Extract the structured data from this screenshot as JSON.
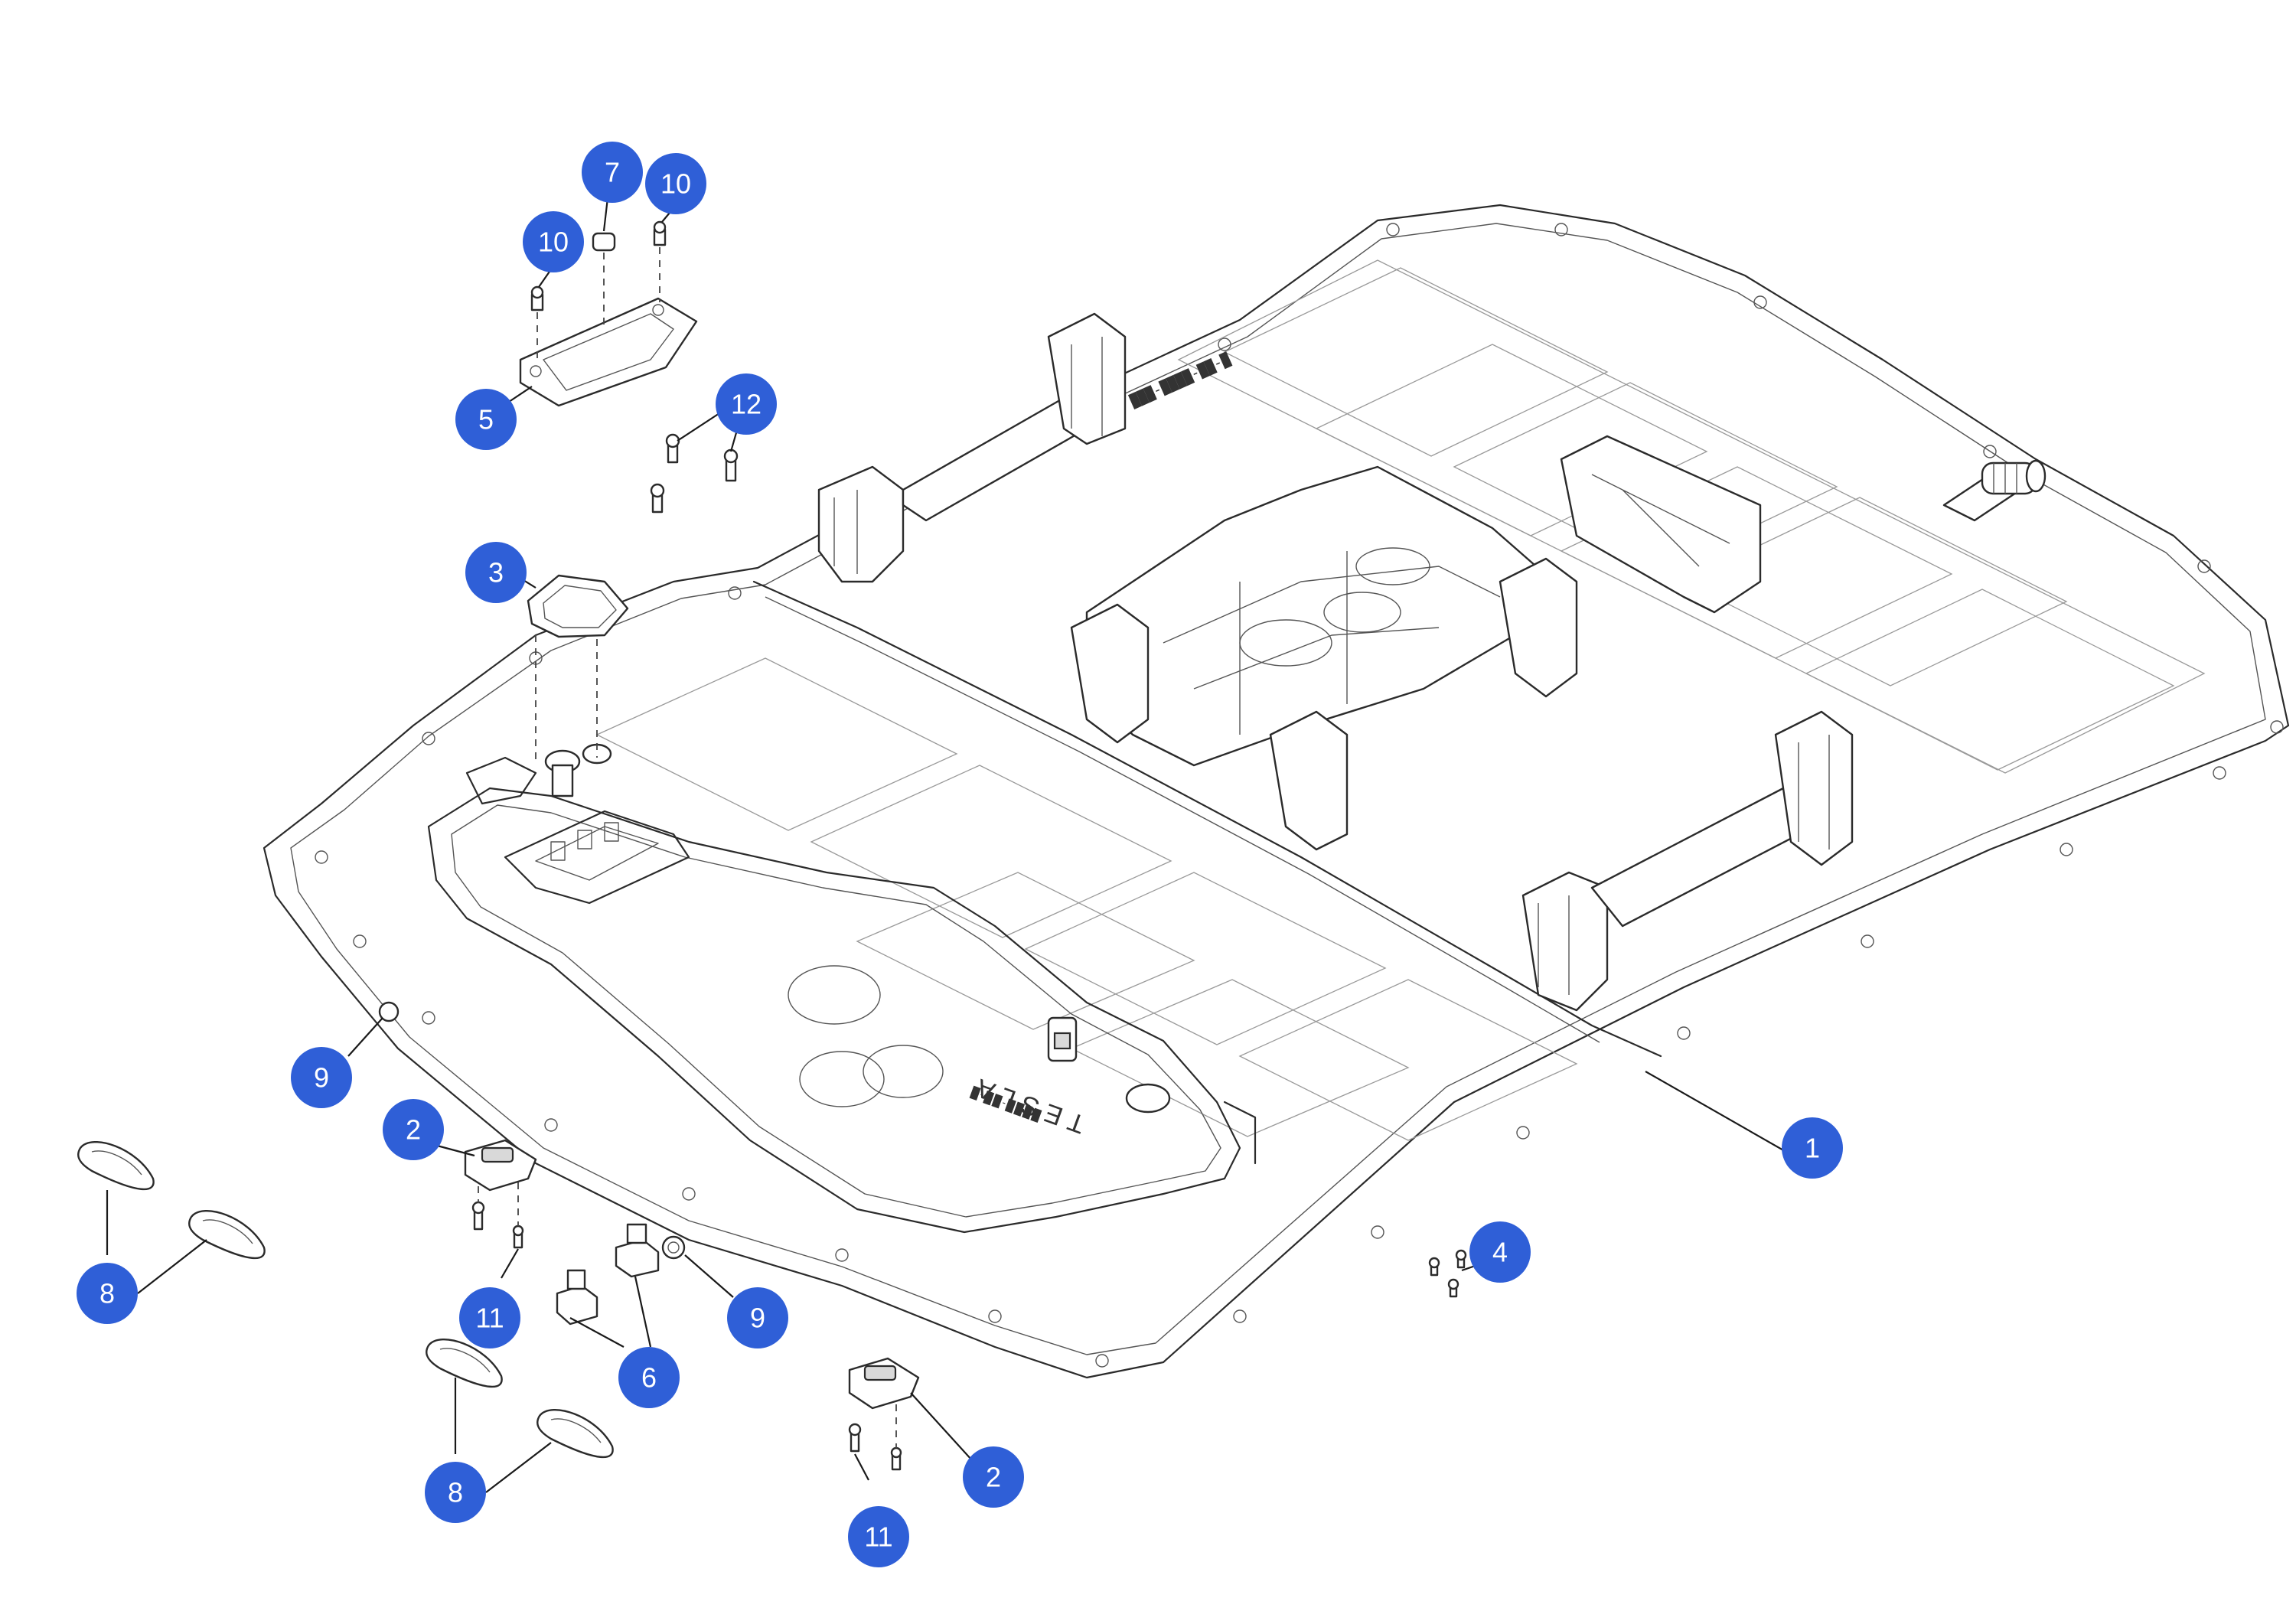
{
  "diagram": {
    "type": "exploded-parts-diagram",
    "callout_color": "#2f5fd7",
    "emboss_text": "TESLA",
    "callouts": [
      {
        "label": "1"
      },
      {
        "label": "2"
      },
      {
        "label": "2"
      },
      {
        "label": "3"
      },
      {
        "label": "4"
      },
      {
        "label": "5"
      },
      {
        "label": "6"
      },
      {
        "label": "7"
      },
      {
        "label": "8"
      },
      {
        "label": "8"
      },
      {
        "label": "9"
      },
      {
        "label": "9"
      },
      {
        "label": "10"
      },
      {
        "label": "10"
      },
      {
        "label": "11"
      },
      {
        "label": "11"
      },
      {
        "label": "12"
      }
    ]
  }
}
